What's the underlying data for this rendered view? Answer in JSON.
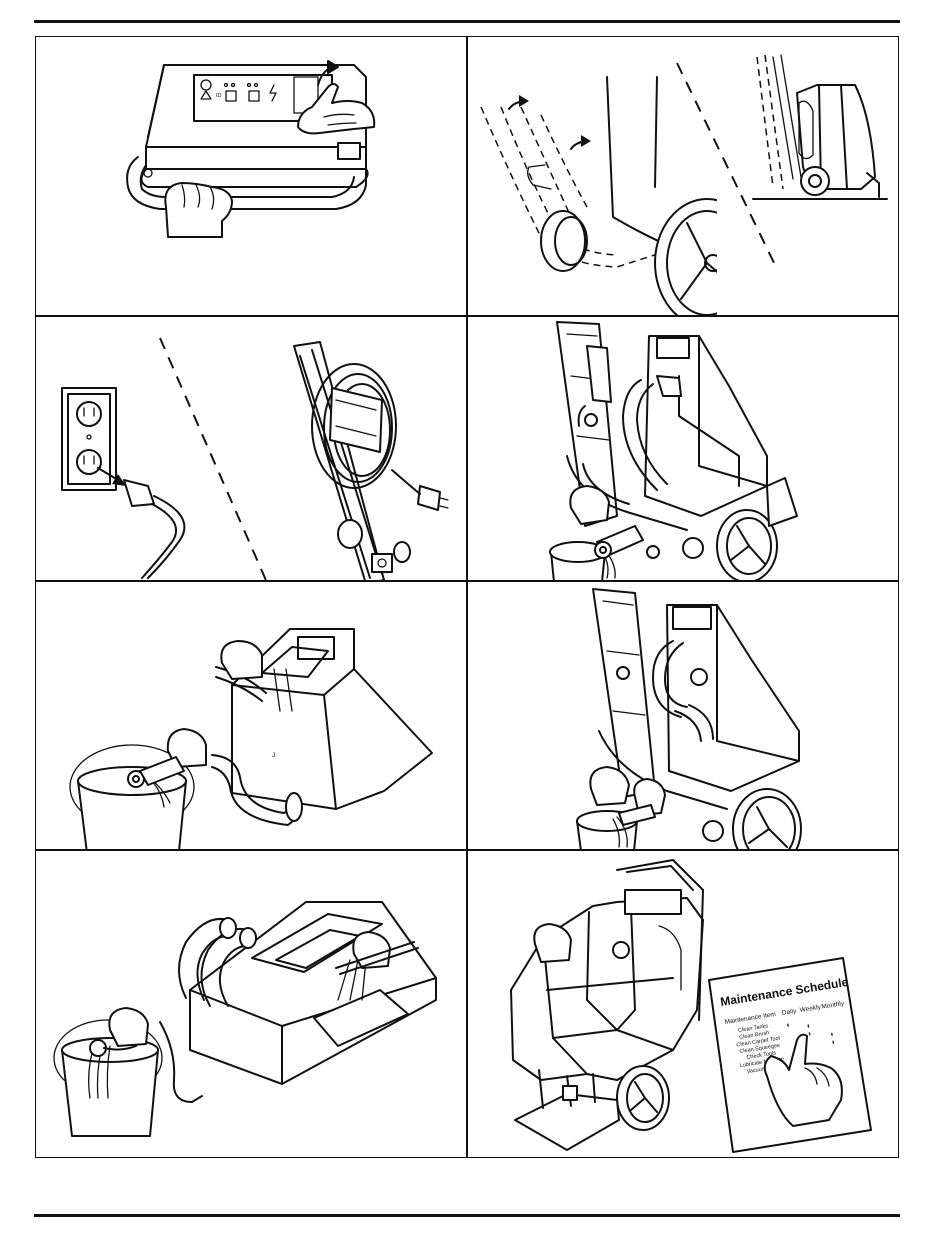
{
  "schedule": {
    "title": "Maintenance Schedule",
    "headers": [
      "Maintenance Item",
      "Daily",
      "Weekly",
      "Monthly"
    ],
    "items": [
      "Clean Tanks",
      "Clean Brush",
      "Clean Carpet Tool",
      "Clean Squeegee",
      "Check Tools",
      "Lubricate Machine",
      "Vacuum Motor"
    ]
  },
  "panels": [
    {
      "id": "switch-off",
      "icon": "power-switch-hand-illustration"
    },
    {
      "id": "tilt-handle",
      "icon": "tilt-machine-illustration"
    },
    {
      "id": "unplug-cord",
      "icon": "power-cord-outlet-illustration"
    },
    {
      "id": "drain-recovery",
      "icon": "drain-hose-bucket-illustration"
    },
    {
      "id": "rinse-recovery-tank",
      "icon": "rinse-tank-illustration"
    },
    {
      "id": "drain-solution",
      "icon": "drain-solution-illustration"
    },
    {
      "id": "rinse-solution-tank",
      "icon": "rinse-solution-tank-illustration"
    },
    {
      "id": "maintenance-schedule",
      "icon": "maintenance-schedule-illustration"
    }
  ]
}
